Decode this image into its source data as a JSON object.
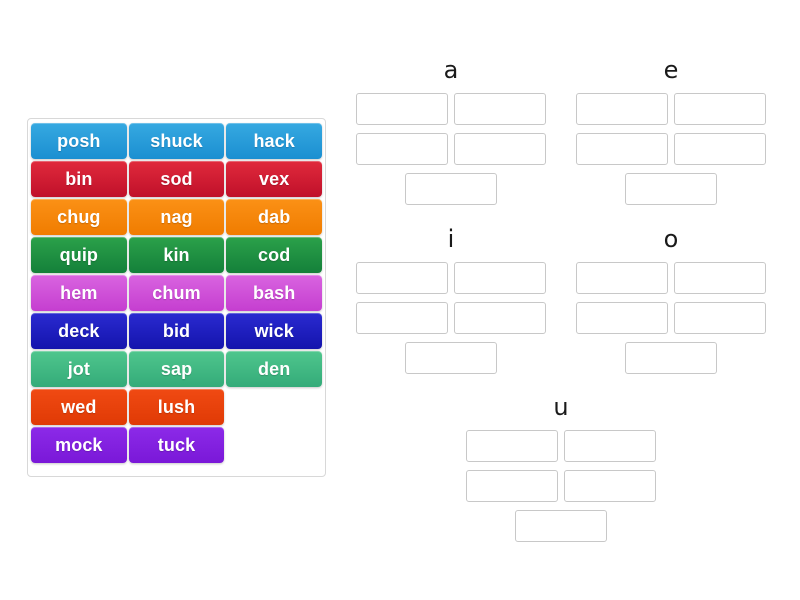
{
  "activity": {
    "type": "word-sort",
    "instruction_visible": false
  },
  "word_bank": {
    "name": "word-bank",
    "rows": [
      [
        {
          "label": "posh",
          "color_class": "c-blue",
          "color": "#1b8fd1"
        },
        {
          "label": "shuck",
          "color_class": "c-blue",
          "color": "#1b8fd1"
        },
        {
          "label": "hack",
          "color_class": "c-blue",
          "color": "#1b8fd1"
        }
      ],
      [
        {
          "label": "bin",
          "color_class": "c-crimson",
          "color": "#c0102a"
        },
        {
          "label": "sod",
          "color_class": "c-crimson",
          "color": "#c0102a"
        },
        {
          "label": "vex",
          "color_class": "c-crimson",
          "color": "#c0102a"
        }
      ],
      [
        {
          "label": "chug",
          "color_class": "c-orange",
          "color": "#f07c00"
        },
        {
          "label": "nag",
          "color_class": "c-orange",
          "color": "#f07c00"
        },
        {
          "label": "dab",
          "color_class": "c-orange",
          "color": "#f07c00"
        }
      ],
      [
        {
          "label": "quip",
          "color_class": "c-green",
          "color": "#14803a"
        },
        {
          "label": "kin",
          "color_class": "c-green",
          "color": "#14803a"
        },
        {
          "label": "cod",
          "color_class": "c-green",
          "color": "#14803a"
        }
      ],
      [
        {
          "label": "hem",
          "color_class": "c-orchid",
          "color": "#c53ed0"
        },
        {
          "label": "chum",
          "color_class": "c-orchid",
          "color": "#c53ed0"
        },
        {
          "label": "bash",
          "color_class": "c-orchid",
          "color": "#c53ed0"
        }
      ],
      [
        {
          "label": "deck",
          "color_class": "c-navy",
          "color": "#1414ad"
        },
        {
          "label": "bid",
          "color_class": "c-navy",
          "color": "#1414ad"
        },
        {
          "label": "wick",
          "color_class": "c-navy",
          "color": "#1414ad"
        }
      ],
      [
        {
          "label": "jot",
          "color_class": "c-teal",
          "color": "#34ab79"
        },
        {
          "label": "sap",
          "color_class": "c-teal",
          "color": "#34ab79"
        },
        {
          "label": "den",
          "color_class": "c-teal",
          "color": "#34ab79"
        }
      ],
      [
        {
          "label": "wed",
          "color_class": "c-red",
          "color": "#e03a05"
        },
        {
          "label": "lush",
          "color_class": "c-red",
          "color": "#e03a05"
        },
        {
          "label": "",
          "color_class": "empty",
          "color": ""
        }
      ],
      [
        {
          "label": "mock",
          "color_class": "c-purple",
          "color": "#7a18d8"
        },
        {
          "label": "tuck",
          "color_class": "c-purple",
          "color": "#7a18d8"
        },
        {
          "label": "",
          "color_class": "empty",
          "color": ""
        }
      ]
    ]
  },
  "groups": [
    {
      "id": "group-a",
      "title": "a",
      "slots": [
        {
          "value": ""
        },
        {
          "value": ""
        },
        {
          "value": ""
        },
        {
          "value": ""
        },
        {
          "value": ""
        }
      ]
    },
    {
      "id": "group-e",
      "title": "e",
      "slots": [
        {
          "value": ""
        },
        {
          "value": ""
        },
        {
          "value": ""
        },
        {
          "value": ""
        },
        {
          "value": ""
        }
      ]
    },
    {
      "id": "group-i",
      "title": "i",
      "slots": [
        {
          "value": ""
        },
        {
          "value": ""
        },
        {
          "value": ""
        },
        {
          "value": ""
        },
        {
          "value": ""
        }
      ]
    },
    {
      "id": "group-o",
      "title": "o",
      "slots": [
        {
          "value": ""
        },
        {
          "value": ""
        },
        {
          "value": ""
        },
        {
          "value": ""
        },
        {
          "value": ""
        }
      ]
    },
    {
      "id": "group-u",
      "title": "u",
      "slots": [
        {
          "value": ""
        },
        {
          "value": ""
        },
        {
          "value": ""
        },
        {
          "value": ""
        },
        {
          "value": ""
        }
      ]
    }
  ],
  "colors": {
    "page_background": "#ffffff",
    "bank_border": "#d8d8d8",
    "slot_border": "#c8c8c8",
    "title_text": "#1a1a1a",
    "tile_text": "#ffffff"
  }
}
